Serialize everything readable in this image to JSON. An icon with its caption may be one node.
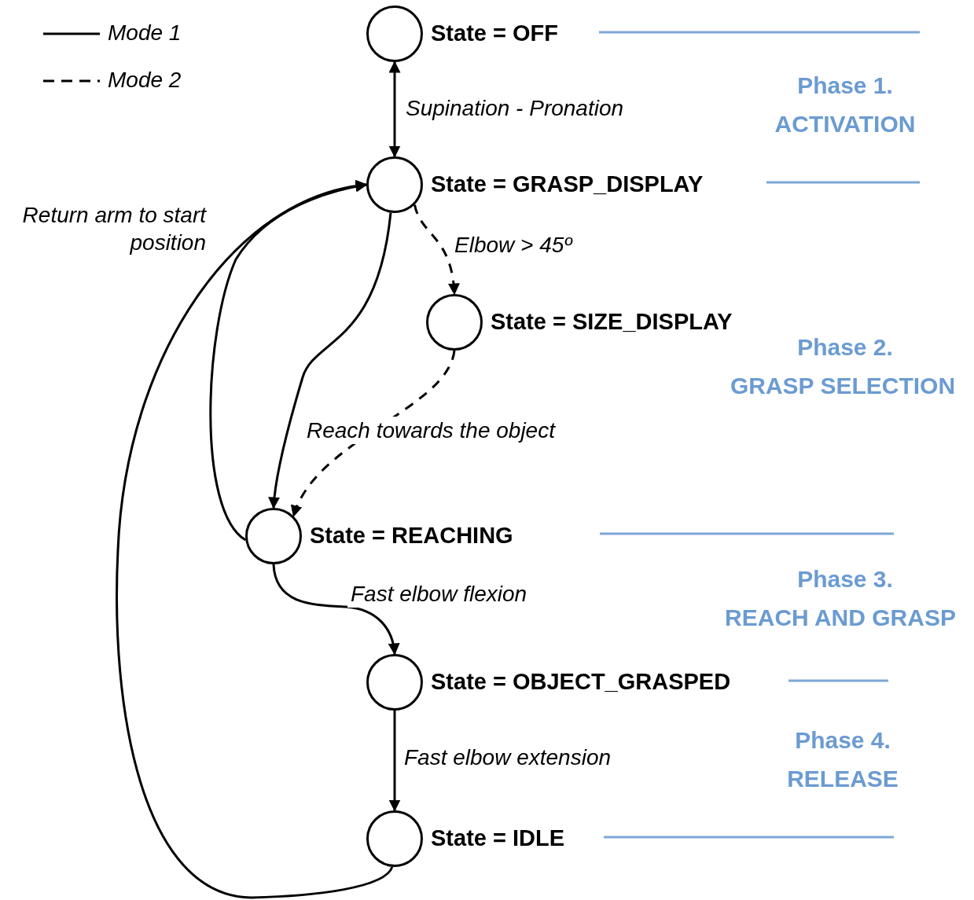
{
  "diagram": {
    "nodes": [
      {
        "text": [
          "State = OFF"
        ]
      },
      {
        "text": [
          "State = GRASP_DISPLAY"
        ]
      },
      {
        "text": [
          "State = SIZE_DISPLAY"
        ]
      },
      {
        "text": [
          "State = REACHING"
        ]
      },
      {
        "text": [
          "State = OBJECT_GRASPED"
        ]
      },
      {
        "text": [
          "State = IDLE"
        ]
      }
    ],
    "edges": [
      {
        "from": 0,
        "to": 1,
        "arrow": "both",
        "label": "Supination - Pronation"
      },
      {
        "from": 1,
        "to": 2,
        "arrow": "to",
        "label": "Elbow > 45º",
        "style": "dashed"
      },
      {
        "from": 2,
        "to": 3,
        "arrow": "to",
        "label": "Reach towards the object",
        "style": "dashed"
      },
      {
        "from": 1,
        "to": 3,
        "arrow": "to"
      },
      {
        "from": 3,
        "to": 1,
        "arrow": "to",
        "label": "Return arm to start position"
      },
      {
        "from": 5,
        "to": 1,
        "arrow": "to"
      },
      {
        "from": 3,
        "to": 4,
        "arrow": "to",
        "label": "Fast elbow flexion"
      },
      {
        "from": 4,
        "to": 5,
        "arrow": "to",
        "label": "Fast elbow extension"
      }
    ],
    "labels": [
      "Phase 1.",
      "ACTIVATION",
      "Phase 2.",
      "GRASP SELECTION",
      "Phase 3.",
      "REACH AND GRASP",
      "Phase 4.",
      "RELEASE"
    ],
    "legend": [
      {
        "text": "Mode 1"
      },
      {
        "text": "Mode 2"
      }
    ]
  }
}
